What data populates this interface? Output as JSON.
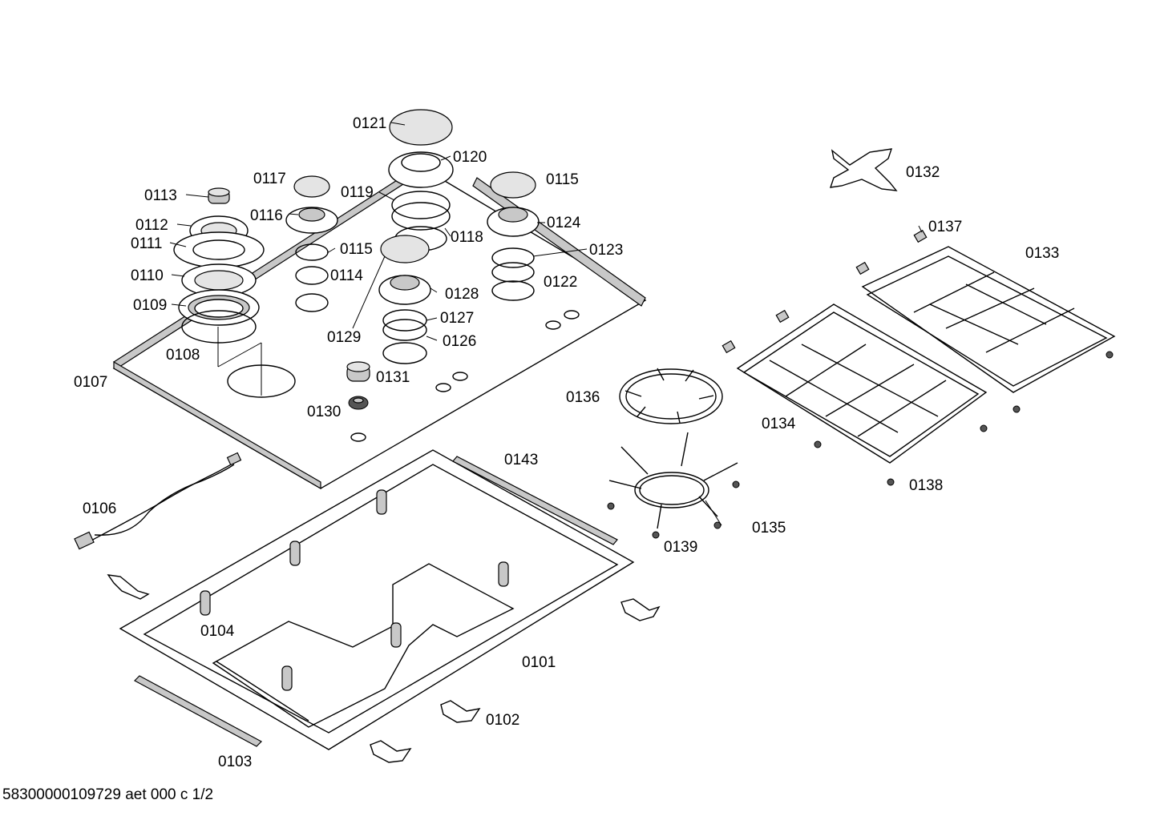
{
  "callouts": [
    {
      "id": "0121",
      "text": "0121"
    },
    {
      "id": "0120",
      "text": "0120"
    },
    {
      "id": "0117",
      "text": "0117"
    },
    {
      "id": "0115a",
      "text": "0115"
    },
    {
      "id": "0119",
      "text": "0119"
    },
    {
      "id": "0113",
      "text": "0113"
    },
    {
      "id": "0116",
      "text": "0116"
    },
    {
      "id": "0124",
      "text": "0124"
    },
    {
      "id": "0112",
      "text": "0112"
    },
    {
      "id": "0118",
      "text": "0118"
    },
    {
      "id": "0111",
      "text": "0111"
    },
    {
      "id": "0115b",
      "text": "0115"
    },
    {
      "id": "0123",
      "text": "0123"
    },
    {
      "id": "0110",
      "text": "0110"
    },
    {
      "id": "0114",
      "text": "0114"
    },
    {
      "id": "0122",
      "text": "0122"
    },
    {
      "id": "0128",
      "text": "0128"
    },
    {
      "id": "0109",
      "text": "0109"
    },
    {
      "id": "0127",
      "text": "0127"
    },
    {
      "id": "0129",
      "text": "0129"
    },
    {
      "id": "0126",
      "text": "0126"
    },
    {
      "id": "0108",
      "text": "0108"
    },
    {
      "id": "0107",
      "text": "0107"
    },
    {
      "id": "0131",
      "text": "0131"
    },
    {
      "id": "0130",
      "text": "0130"
    },
    {
      "id": "0132",
      "text": "0132"
    },
    {
      "id": "0137",
      "text": "0137"
    },
    {
      "id": "0133",
      "text": "0133"
    },
    {
      "id": "0136",
      "text": "0136"
    },
    {
      "id": "0134",
      "text": "0134"
    },
    {
      "id": "0138",
      "text": "0138"
    },
    {
      "id": "0143",
      "text": "0143"
    },
    {
      "id": "0106",
      "text": "0106"
    },
    {
      "id": "0135",
      "text": "0135"
    },
    {
      "id": "0139",
      "text": "0139"
    },
    {
      "id": "0104",
      "text": "0104"
    },
    {
      "id": "0101",
      "text": "0101"
    },
    {
      "id": "0102",
      "text": "0102"
    },
    {
      "id": "0103",
      "text": "0103"
    }
  ],
  "footer": {
    "doc_id": "58300000109729 aet 000 c 1/2"
  }
}
